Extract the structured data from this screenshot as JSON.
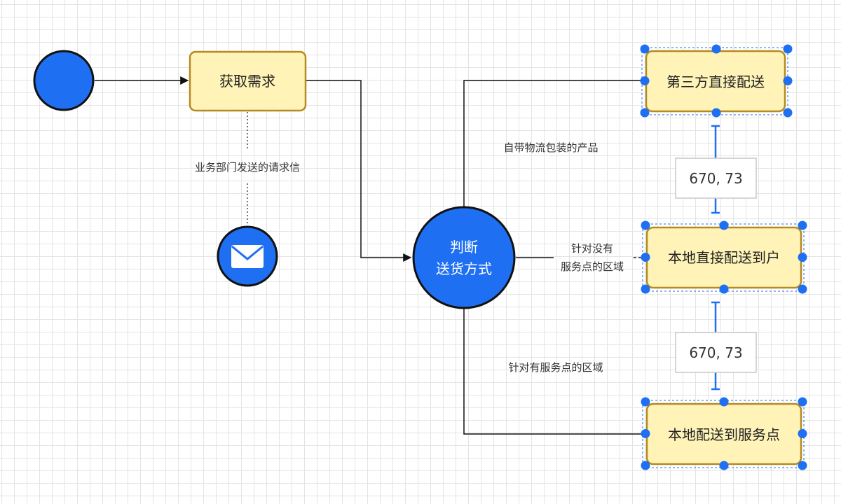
{
  "colors": {
    "task_fill": "#fff3b8",
    "task_stroke": "#b58a1e",
    "blue": "#1f6ff2",
    "line": "#111111",
    "handle": "#1f6ff2"
  },
  "nodes": {
    "start_event": {
      "label": ""
    },
    "task_get_demand": {
      "label": "获取需求"
    },
    "gateway": {
      "line1": "判断",
      "line2": "送货方式"
    },
    "task_third_party": {
      "label": "第三方直接配送"
    },
    "task_local_direct": {
      "label": "本地直接配送到户"
    },
    "task_local_service": {
      "label": "本地配送到服务点"
    },
    "message_event": {
      "icon": "envelope-icon"
    }
  },
  "edges": {
    "association_label": "业务部门发送的请求信",
    "to_third_party_label": "自带物流包装的产品",
    "to_local_direct_line1": "针对没有",
    "to_local_direct_line2": "服务点的区域",
    "to_local_service_label": "针对有服务点的区域"
  },
  "dimensions": {
    "upper": "670, 73",
    "lower": "670, 73"
  }
}
